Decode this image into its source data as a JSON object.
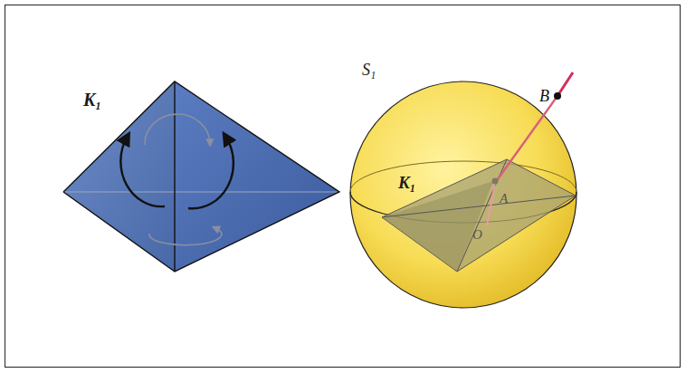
{
  "diagram": {
    "labels": [
      "K₁",
      "S₁",
      "B",
      "K₁",
      "A",
      "O"
    ]
  }
}
